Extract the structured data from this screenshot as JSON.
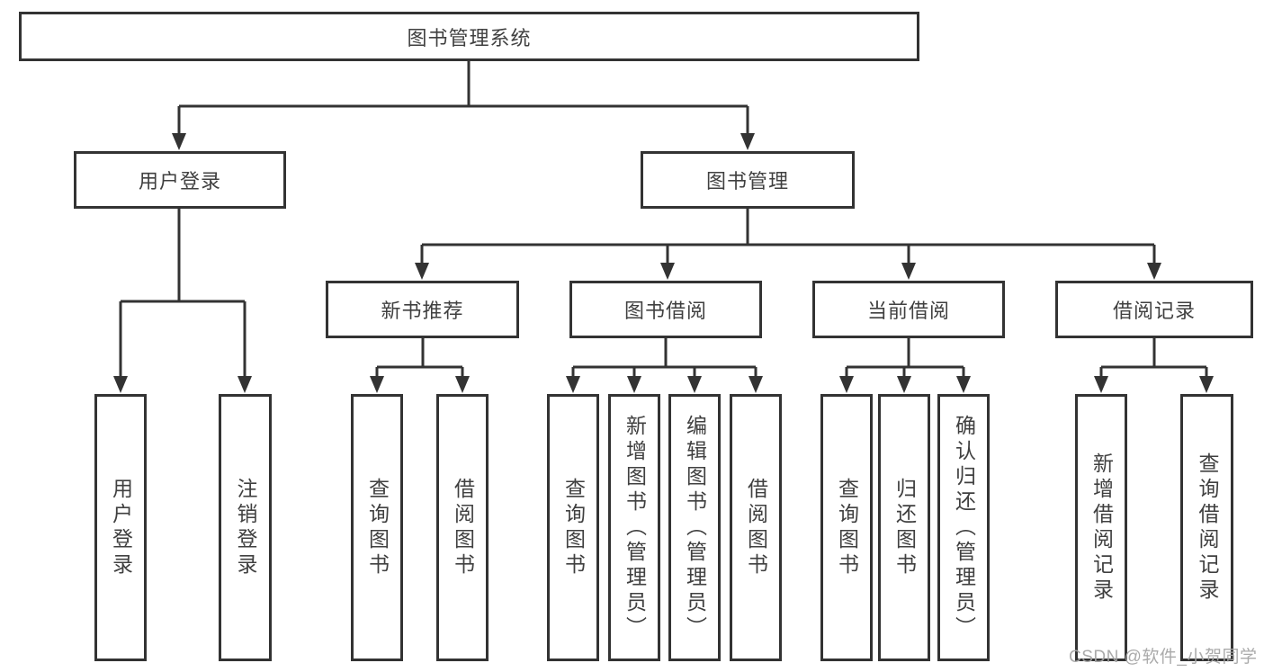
{
  "diagram": {
    "root": {
      "label": "图书管理系统"
    },
    "level2": [
      {
        "label": "用户登录"
      },
      {
        "label": "图书管理"
      }
    ],
    "level3": [
      {
        "label": "新书推荐"
      },
      {
        "label": "图书借阅"
      },
      {
        "label": "当前借阅"
      },
      {
        "label": "借阅记录"
      }
    ],
    "leaves": {
      "g1": [
        "用户登录",
        "注销登录"
      ],
      "g2": [
        "查询图书",
        "借阅图书"
      ],
      "g3": [
        "查询图书",
        "新增图书（管理员）",
        "编辑图书（管理员）",
        "借阅图书"
      ],
      "g4": [
        "查询图书",
        "归还图书",
        "确认归还（管理员）"
      ],
      "g5": [
        "新增借阅记录",
        "查询借阅记录"
      ]
    }
  },
  "watermark": "CSDN @软件_小贺同学",
  "colors": {
    "line": "#333333",
    "box_border": "#333333",
    "box_fill": "#ffffff",
    "text": "#404040",
    "watermark": "#a6a6a6",
    "background": "#ffffff"
  }
}
